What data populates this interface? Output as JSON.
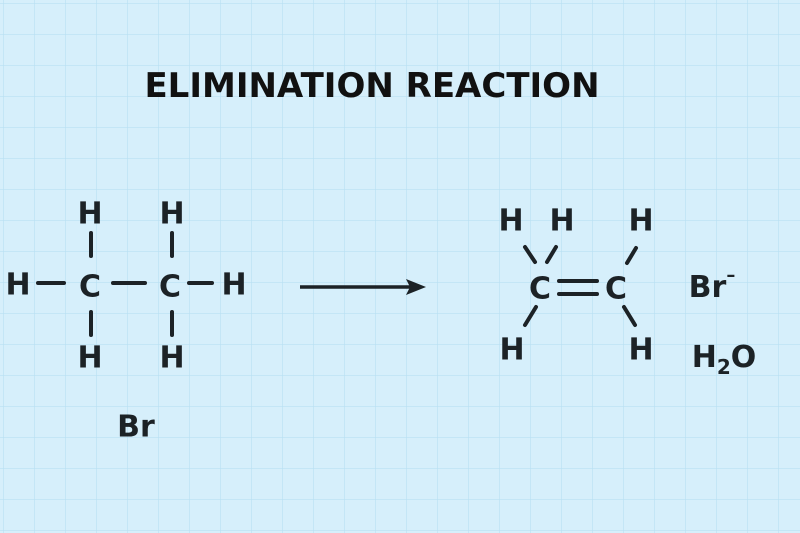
{
  "title": "ELIMINATION REACTION",
  "colors": {
    "background": "#d6effb",
    "grid": "#b9e0f2",
    "ink": "#1c2226"
  },
  "reactant": {
    "atoms": {
      "h_left": "H",
      "c1": "C",
      "c2": "C",
      "h_right": "H",
      "h_top1": "H",
      "h_top2": "H",
      "h_bottom1": "H",
      "h_bottom2": "H"
    },
    "leaving_group": "Br"
  },
  "arrow": {
    "icon": "reaction-arrow-icon"
  },
  "product": {
    "atoms": {
      "h_top1": "H",
      "h_top2": "H",
      "h_top3": "H",
      "c1": "C",
      "c2": "C",
      "h_bottom1": "H",
      "h_bottom2": "H"
    },
    "bromide": {
      "symbol": "Br",
      "charge": "–"
    },
    "water": {
      "h": "H",
      "subscript": "2",
      "o": "O"
    }
  }
}
